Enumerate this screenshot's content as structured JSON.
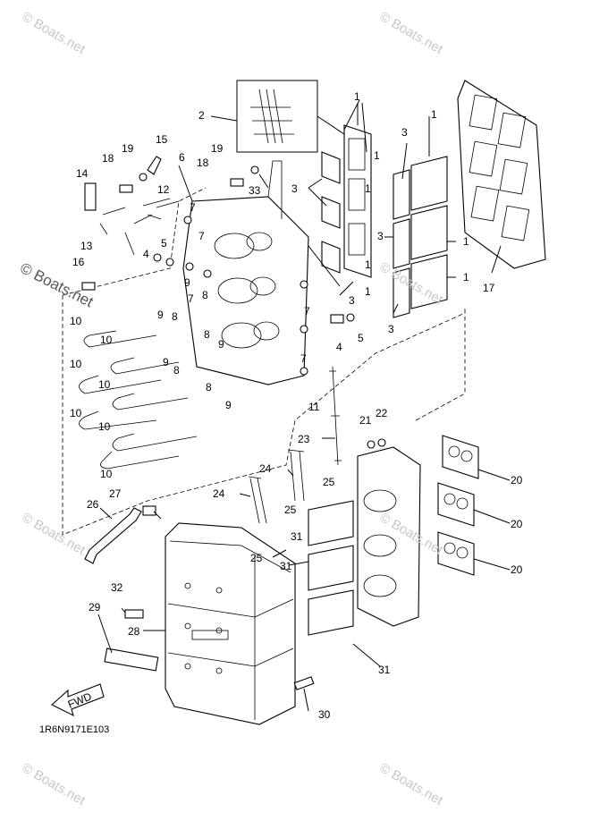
{
  "watermark": "© Boats.net",
  "drawing_code": "1R6N9171E103",
  "fwd_label": "FWD",
  "callouts": [
    "1",
    "2",
    "3",
    "4",
    "5",
    "6",
    "7",
    "8",
    "9",
    "10",
    "11",
    "12",
    "13",
    "14",
    "15",
    "16",
    "17",
    "18",
    "19",
    "20",
    "21",
    "22",
    "23",
    "24",
    "25",
    "26",
    "27",
    "28",
    "29",
    "30",
    "31",
    "32",
    "33"
  ]
}
